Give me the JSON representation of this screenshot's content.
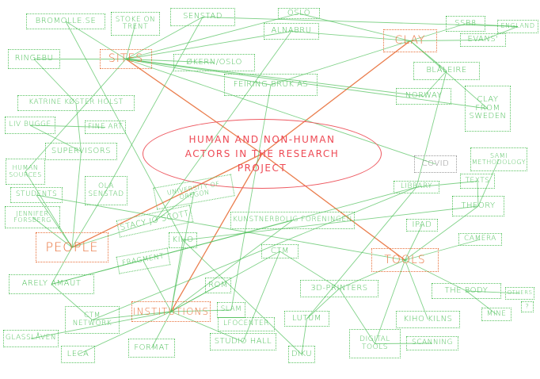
{
  "title": "Human and non-human actors in the research project",
  "colors": {
    "category": "#e8703a",
    "leaf": "#4cbf58",
    "center": "#ee4a55",
    "neutral": "#8a8a8a"
  },
  "nodes": {
    "sites": "Sites",
    "clay": "Clay",
    "people": "People",
    "institutions": "Institutions",
    "tools": "Tools",
    "bromolle": "Bromolle.se",
    "stoke": "Stoke on Trent",
    "senstad": "Senstad",
    "oslo": "Oslo",
    "alnabru": "Alnabru",
    "ssb8": "SSB8",
    "england": "England",
    "evans": "Evans'",
    "ringebu": "Ringebu",
    "okern": "Økern/Oslo",
    "feiring": "Feiring Bruk AS",
    "blaleire": "Blåleire",
    "norway": "Norway",
    "clayfromsweden": "Clay from Sweden",
    "katrine": "Katrine Køster Holst",
    "livbugge": "Liv Bugge",
    "fineart": "Fine art",
    "supervisors": "Supervisors",
    "covid": "Covid",
    "sami": "Sami methodology",
    "humansources": "Human sources",
    "students": "Students",
    "ola": "Ola Senstad",
    "university": "University of Oregon",
    "library": "Library",
    "texts": "Texts",
    "theory": "Theory",
    "jennifer": "Jennifer Forsberg",
    "stacy": "Stacy Jo Scott",
    "kiho": "Kiho",
    "kunstnerbolig": "Kunstnerbolig foreningen",
    "ipad": "iPad",
    "camera": "Camera",
    "fragment": "Fragment",
    "ctm": "CTM",
    "arely": "Arely Amaut",
    "rom": "Rom",
    "printers": "3D-printers",
    "thebody": "The body",
    "others": "Others",
    "question": "?",
    "mine": "Mine",
    "ctmnetwork": "CTM network",
    "slam": "Slam",
    "lfocenter": "Lfocenter",
    "lutum": "Lutum",
    "glasslaven": "Glasslåven",
    "leca": "Leca",
    "format": "Format",
    "studiohall": "Studio Hall",
    "diku": "Diku",
    "kihokilns": "Kiho kilns",
    "digitaltools": "Digital tools",
    "scanning": "Scanning"
  },
  "edges": [
    [
      "sites",
      "center",
      "primary"
    ],
    [
      "clay",
      "center",
      "primary"
    ],
    [
      "people",
      "center",
      "primary"
    ],
    [
      "institutions",
      "center",
      "primary"
    ],
    [
      "tools",
      "center",
      "primary"
    ],
    [
      "sites",
      "bromolle"
    ],
    [
      "sites",
      "stoke"
    ],
    [
      "sites",
      "senstad"
    ],
    [
      "sites",
      "ringebu"
    ],
    [
      "sites",
      "okern"
    ],
    [
      "sites",
      "feiring"
    ],
    [
      "sites",
      "alnabru"
    ],
    [
      "sites",
      "oslo"
    ],
    [
      "sites",
      "clayfromsweden"
    ],
    [
      "sites",
      "norway"
    ],
    [
      "sites",
      "humansources"
    ],
    [
      "sites",
      "covid"
    ],
    [
      "clay",
      "oslo"
    ],
    [
      "clay",
      "alnabru"
    ],
    [
      "clay",
      "ssb8"
    ],
    [
      "clay",
      "evans"
    ],
    [
      "clay",
      "blaleire"
    ],
    [
      "clay",
      "clayfromsweden"
    ],
    [
      "clay",
      "feiring"
    ],
    [
      "ssb8",
      "england"
    ],
    [
      "evans",
      "england"
    ],
    [
      "blaleire",
      "norway"
    ],
    [
      "blaleire",
      "library"
    ],
    [
      "senstad",
      "england"
    ],
    [
      "people",
      "students"
    ],
    [
      "people",
      "jennifer"
    ],
    [
      "people",
      "supervisors"
    ],
    [
      "people",
      "ola"
    ],
    [
      "people",
      "stacy"
    ],
    [
      "people",
      "arely"
    ],
    [
      "people",
      "humansources"
    ],
    [
      "supervisors",
      "katrine"
    ],
    [
      "supervisors",
      "livbugge"
    ],
    [
      "katrine",
      "ringebu"
    ],
    [
      "livbugge",
      "fineart"
    ],
    [
      "senstad",
      "ola"
    ],
    [
      "bromolle",
      "kiho"
    ],
    [
      "institutions",
      "format"
    ],
    [
      "institutions",
      "leca"
    ],
    [
      "institutions",
      "glasslaven"
    ],
    [
      "institutions",
      "ctmnetwork"
    ],
    [
      "institutions",
      "fragment"
    ],
    [
      "institutions",
      "kiho"
    ],
    [
      "institutions",
      "rom"
    ],
    [
      "institutions",
      "slam"
    ],
    [
      "institutions",
      "studiohall"
    ],
    [
      "institutions",
      "kunstnerbolig"
    ],
    [
      "institutions",
      "ctm"
    ],
    [
      "institutions",
      "university"
    ],
    [
      "arely",
      "ctmnetwork"
    ],
    [
      "arely",
      "kunstnerbolig"
    ],
    [
      "stacy",
      "university"
    ],
    [
      "tools",
      "ipad"
    ],
    [
      "tools",
      "camera"
    ],
    [
      "tools",
      "thebody"
    ],
    [
      "tools",
      "kihokilns"
    ],
    [
      "tools",
      "digitaltools"
    ],
    [
      "tools",
      "printers"
    ],
    [
      "tools",
      "theory"
    ],
    [
      "tools",
      "students"
    ],
    [
      "thebody",
      "others"
    ],
    [
      "thebody",
      "mine"
    ],
    [
      "digitaltools",
      "scanning"
    ],
    [
      "digitaltools",
      "printers"
    ],
    [
      "theory",
      "texts"
    ],
    [
      "theory",
      "sami"
    ],
    [
      "library",
      "texts"
    ],
    [
      "library",
      "ctmnetwork"
    ],
    [
      "library",
      "arely"
    ],
    [
      "library",
      "lutum"
    ],
    [
      "ctm",
      "printers"
    ],
    [
      "ctm",
      "studiohall"
    ],
    [
      "printers",
      "lutum"
    ],
    [
      "lutum",
      "diku"
    ],
    [
      "kiho",
      "diku"
    ],
    [
      "kiho",
      "theory"
    ],
    [
      "feiring",
      "slam"
    ],
    [
      "alnabru",
      "stacy"
    ]
  ]
}
